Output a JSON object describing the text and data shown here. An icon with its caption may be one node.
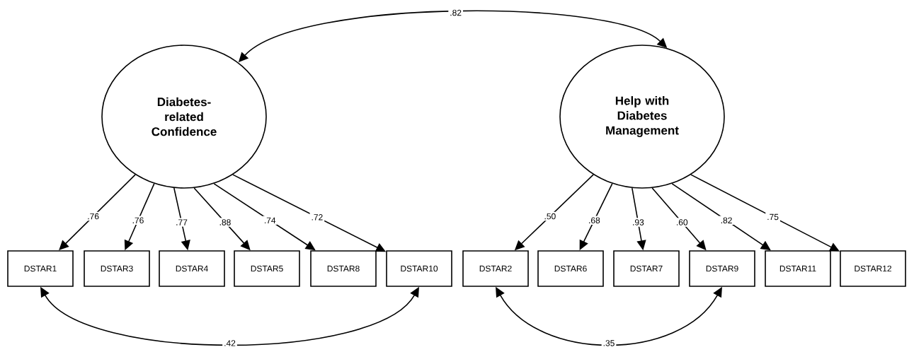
{
  "diagram": {
    "nodes": [
      {
        "text": [
          "Diabetes-related Confidence"
        ]
      },
      {
        "text": [
          "Help with Diabetes Management"
        ]
      },
      {
        "text": [
          "DSTAR1"
        ]
      },
      {
        "text": [
          "DSTAR3"
        ]
      },
      {
        "text": [
          "DSTAR4"
        ]
      },
      {
        "text": [
          "DSTAR5"
        ]
      },
      {
        "text": [
          "DSTAR8"
        ]
      },
      {
        "text": [
          "DSTAR10"
        ]
      },
      {
        "text": [
          "DSTAR2"
        ]
      },
      {
        "text": [
          "DSTAR6"
        ]
      },
      {
        "text": [
          "DSTAR7"
        ]
      },
      {
        "text": [
          "DSTAR9"
        ]
      },
      {
        "text": [
          "DSTAR11"
        ]
      },
      {
        "text": [
          "DSTAR12"
        ]
      }
    ],
    "edges": [
      {
        "from": 0,
        "to": 1,
        "arrow": "both",
        "label": ".82"
      },
      {
        "from": 0,
        "to": 2,
        "arrow": "to",
        "label": ".76"
      },
      {
        "from": 0,
        "to": 3,
        "arrow": "to",
        "label": ".76"
      },
      {
        "from": 0,
        "to": 4,
        "arrow": "to",
        "label": ".77"
      },
      {
        "from": 0,
        "to": 5,
        "arrow": "to",
        "label": ".88"
      },
      {
        "from": 0,
        "to": 6,
        "arrow": "to",
        "label": ".74"
      },
      {
        "from": 0,
        "to": 7,
        "arrow": "to",
        "label": ".72"
      },
      {
        "from": 1,
        "to": 8,
        "arrow": "to",
        "label": ".50"
      },
      {
        "from": 1,
        "to": 9,
        "arrow": "to",
        "label": ".68"
      },
      {
        "from": 1,
        "to": 10,
        "arrow": "to",
        "label": ".93"
      },
      {
        "from": 1,
        "to": 11,
        "arrow": "to",
        "label": ".60"
      },
      {
        "from": 1,
        "to": 12,
        "arrow": "to",
        "label": ".82"
      },
      {
        "from": 1,
        "to": 13,
        "arrow": "to",
        "label": ".75"
      },
      {
        "from": 2,
        "to": 7,
        "arrow": "both",
        "label": ".42"
      },
      {
        "from": 8,
        "to": 11,
        "arrow": "both",
        "label": ".35"
      }
    ]
  }
}
